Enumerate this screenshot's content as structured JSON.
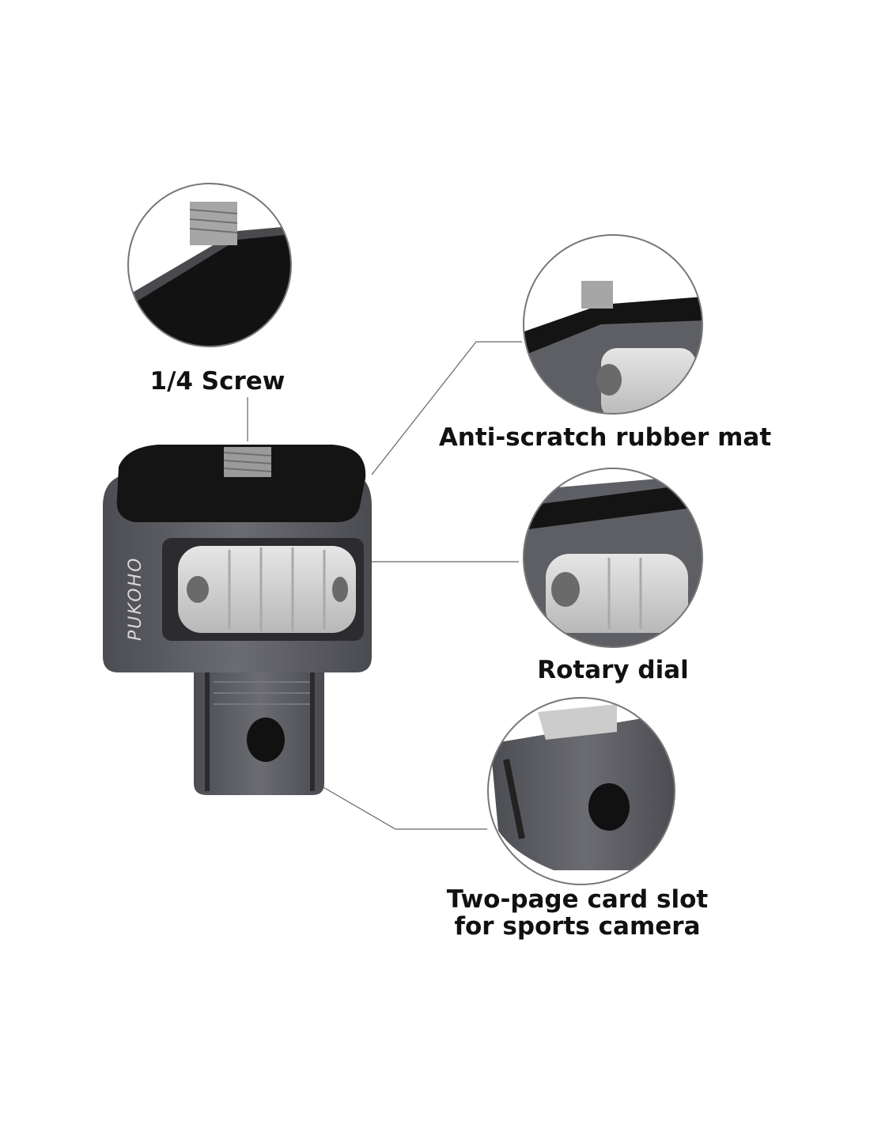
{
  "brand": "PUKOHO",
  "callouts": {
    "screw": "1/4 Screw",
    "mat": "Anti-scratch rubber mat",
    "dial": "Rotary dial",
    "slot_line1": "Two-page card slot",
    "slot_line2": "for sports camera"
  },
  "colors": {
    "body": "#5f6065",
    "pad": "#1a1a1a",
    "dial": "#cfcfcf",
    "line": "#555555"
  }
}
